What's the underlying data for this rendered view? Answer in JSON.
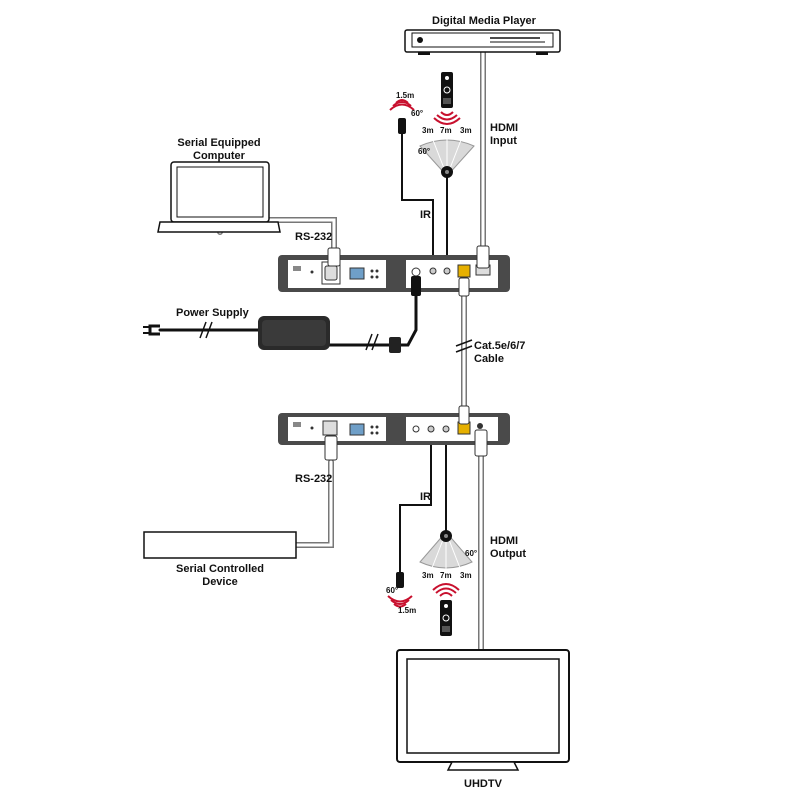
{
  "labels": {
    "digital_media_player": "Digital Media Player",
    "hdmi_input_1": "HDMI",
    "hdmi_input_2": "Input",
    "serial_equipped_1": "Serial Equipped",
    "serial_equipped_2": "Computer",
    "rs232_top": "RS-232",
    "ir_top": "IR",
    "power_supply": "Power Supply",
    "cat_cable_1": "Cat.5e/6/7",
    "cat_cable_2": "Cable",
    "rs232_bottom": "RS-232",
    "ir_bottom": "IR",
    "hdmi_output_1": "HDMI",
    "hdmi_output_2": "Output",
    "serial_controlled_1": "Serial Controlled",
    "serial_controlled_2": "Device",
    "uhdtv": "UHDTV"
  },
  "ir_specs": {
    "sensor_range": "1.5m",
    "sensor_angle": "60°",
    "blaster_side_left": "3m",
    "blaster_center": "7m",
    "blaster_side_right": "3m",
    "blaster_angle": "60°"
  },
  "colors": {
    "device_fill": "#4a4a4a",
    "panel_fill": "#ffffff",
    "cable": "#9a9a9a",
    "ir_wave": "#c8102e",
    "outline": "#111111"
  },
  "icons": {
    "media_player": "media-player-icon",
    "laptop": "laptop-icon",
    "power_adapter": "power-adapter-icon",
    "tv": "tv-icon",
    "remote": "remote-control-icon"
  }
}
